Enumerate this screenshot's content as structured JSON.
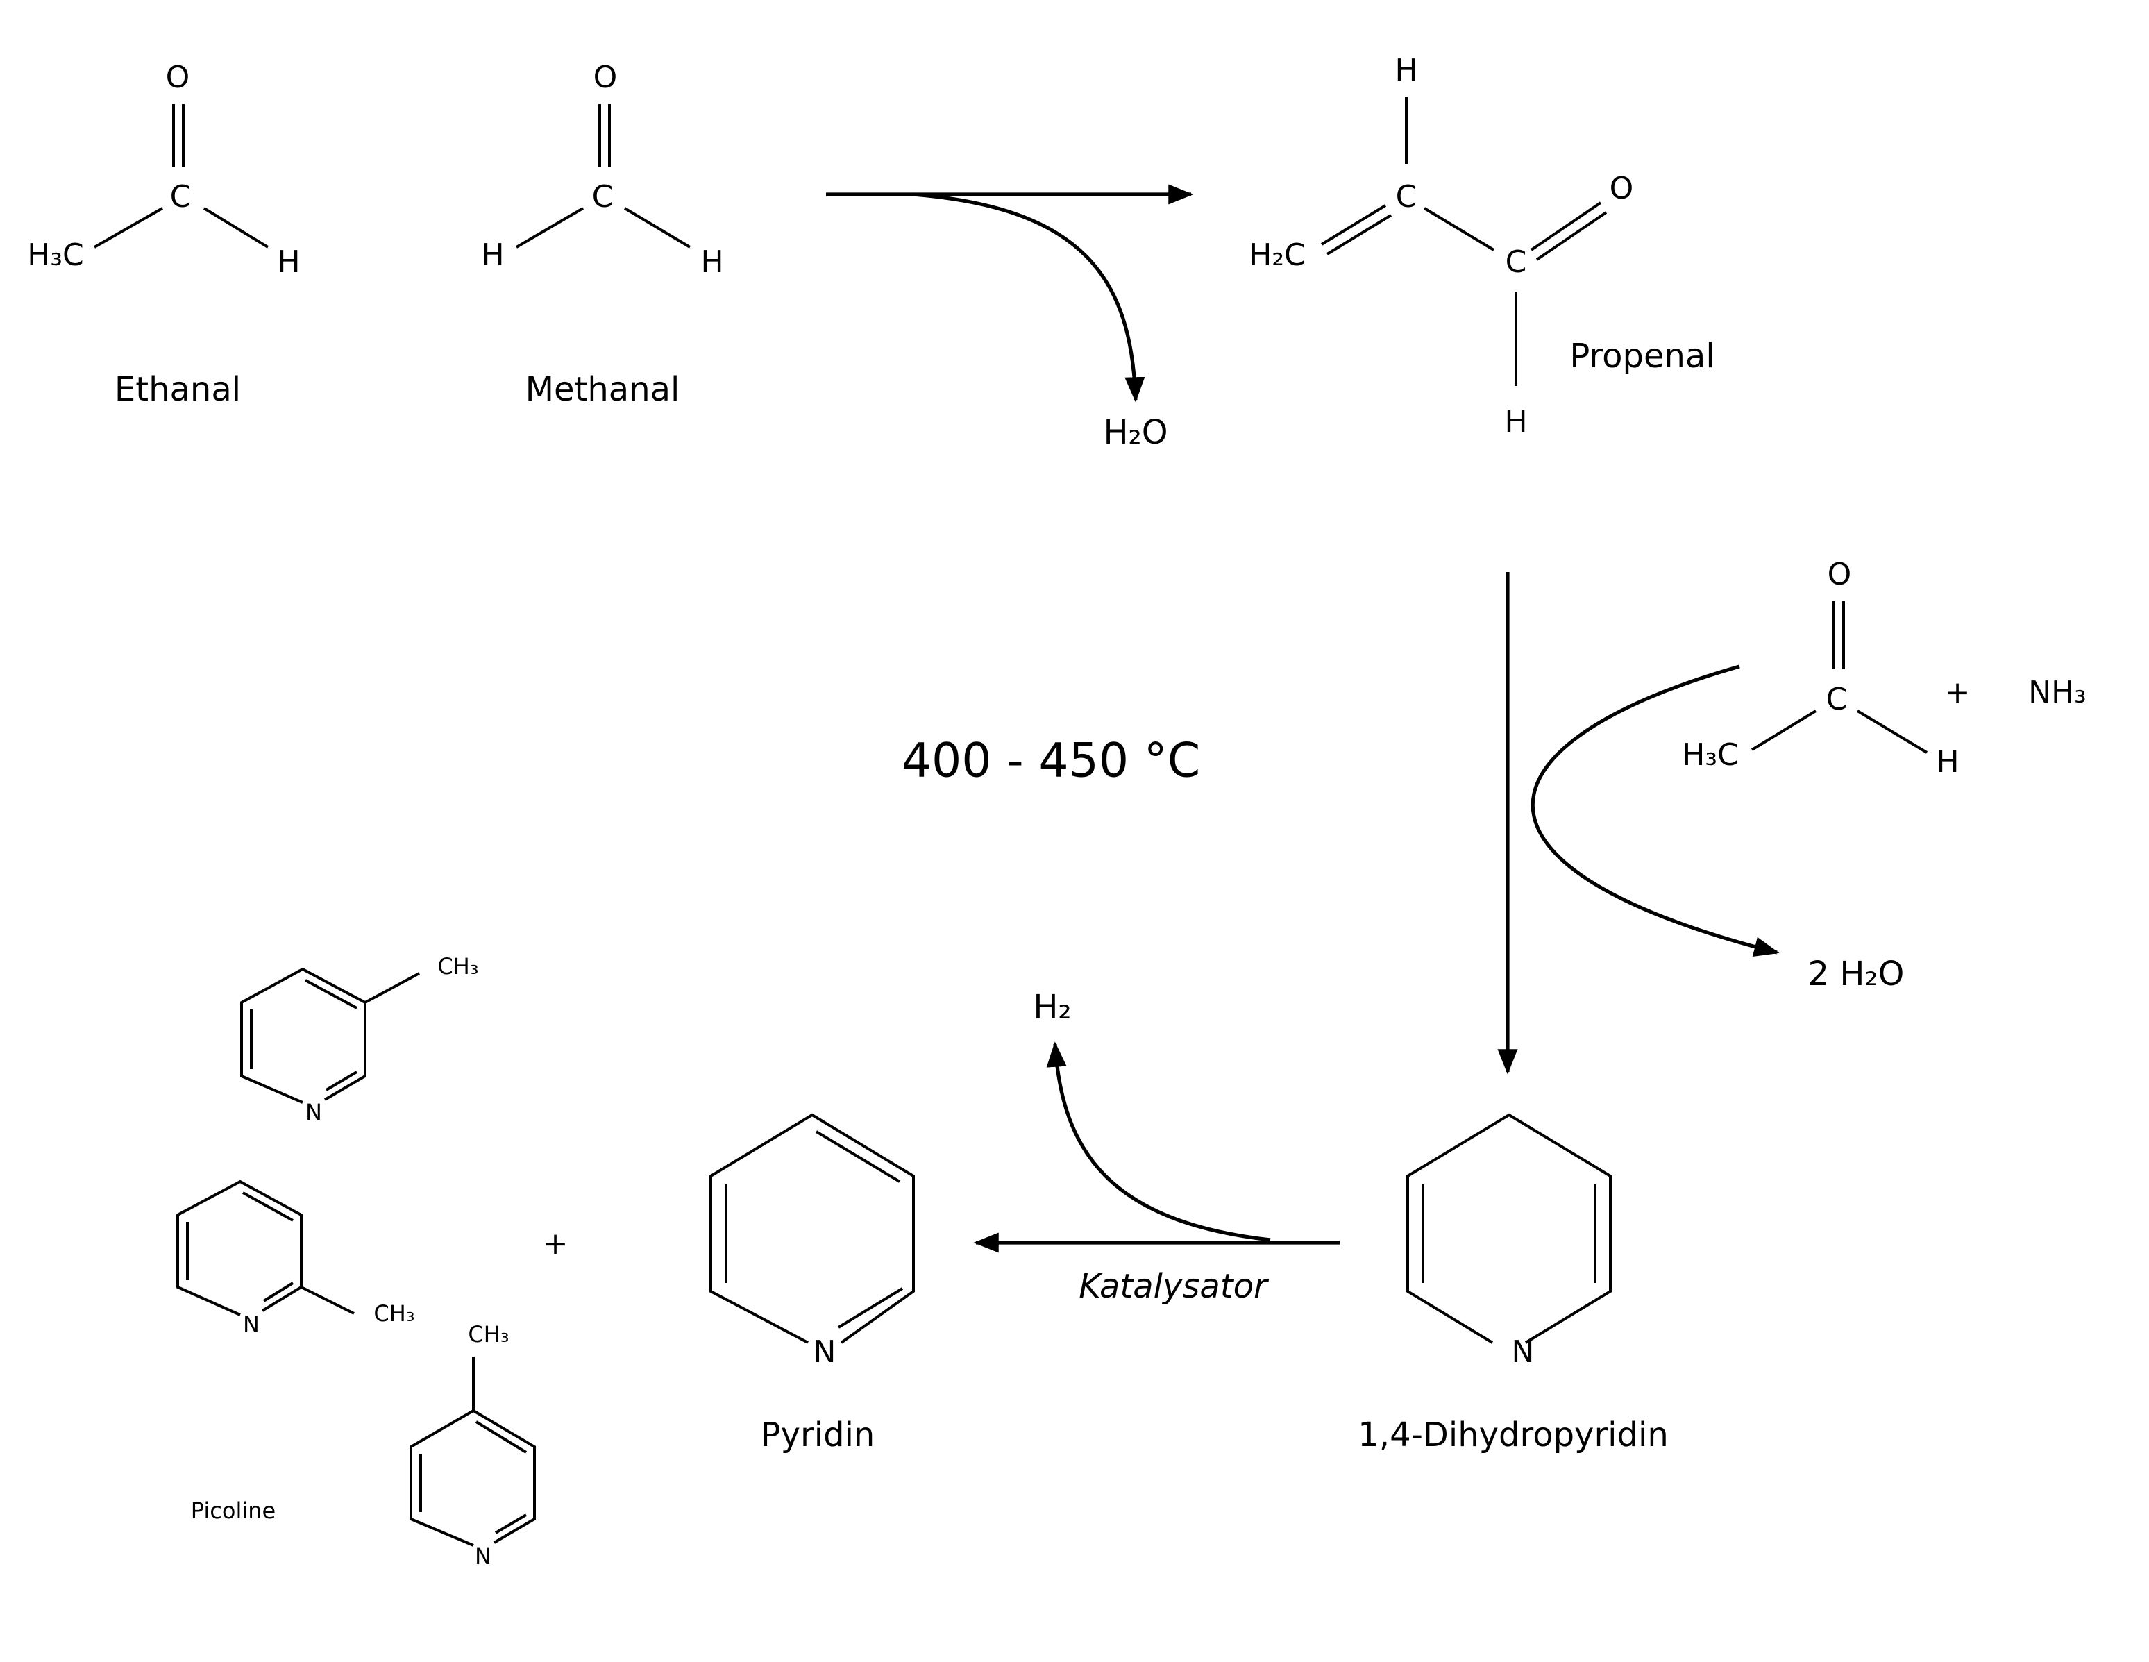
{
  "reactants": {
    "ethanal": {
      "o": "O",
      "c": "C",
      "h3c": "H₃C",
      "h": "H",
      "label": "Ethanal"
    },
    "methanal": {
      "o": "O",
      "c": "C",
      "h_left": "H",
      "h_right": "H",
      "label": "Methanal"
    }
  },
  "byproduct_1": "H₂O",
  "propenal": {
    "h_top": "H",
    "c1": "C",
    "h2c": "H₂C",
    "c2": "C",
    "o": "O",
    "h_bottom": "H",
    "label": "Propenal"
  },
  "condition": "400 - 450 °C",
  "second_reactants": {
    "o": "O",
    "c": "C",
    "h3c": "H₃C",
    "h": "H",
    "plus": "+",
    "nh3": "NH₃"
  },
  "byproduct_2": "2 H₂O",
  "dihydropyridine": {
    "n": "N",
    "label": "1,4-Dihydropyridin"
  },
  "catalyst": "Katalysator",
  "byproduct_3": "H₂",
  "pyridine": {
    "n": "N",
    "label": "Pyridin"
  },
  "plus": "+",
  "picolines": {
    "label": "Picoline",
    "p3": {
      "n": "N",
      "ch3": "CH₃"
    },
    "p2": {
      "n": "N",
      "ch3": "CH₃"
    },
    "p4": {
      "n": "N",
      "ch3": "CH₃"
    }
  }
}
